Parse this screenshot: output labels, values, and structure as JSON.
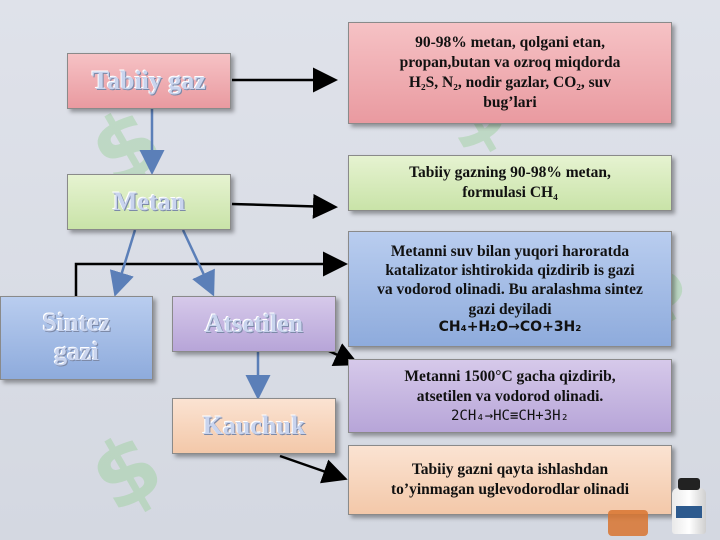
{
  "boxes": {
    "tabiiy_gaz": "Tabiiy gaz",
    "metan": "Metan",
    "sintez_line1": "Sintez",
    "sintez_line2": "gazi",
    "atsetilen": "Atsetilen",
    "kauchuk": "Kauchuk"
  },
  "notes": {
    "composition": [
      "90-98% metan, qolgani etan,",
      "propan,butan  va ozroq miqdorda",
      "H₂S,  N₂, nodir gazlar, CO₂, suv",
      "bug’lari"
    ],
    "methane_formula": [
      "Tabiiy gazning 90-98% metan,",
      "formulasi CH₄"
    ],
    "syngas": [
      "Metanni suv bilan yuqori haroratda",
      "katalizator ishtirokida qizdirib is gazi",
      "va vodorod olinadi. Bu aralashma sintez",
      "gazi deyiladi"
    ],
    "syngas_equation": "CH₄+H₂O→CO+3H₂",
    "acetylene": [
      "Metanni 1500°C gacha qizdirib,",
      "atsetilen va vodorod olinadi."
    ],
    "acetylene_equation": "2CH₄→HC≡CH+3H₂",
    "processing": [
      "Tabiiy gazni qayta ishlashdan",
      "to’yinmagan uglevodorodlar olinadi"
    ]
  },
  "colors": {
    "pink": "#e99aa0",
    "green": "#c9e3a8",
    "blue": "#8eabdc",
    "purple": "#b7a5d8",
    "peach": "#f3c8a9",
    "arrow_black": "#000000",
    "arrow_blue": "#5b7fb8"
  }
}
